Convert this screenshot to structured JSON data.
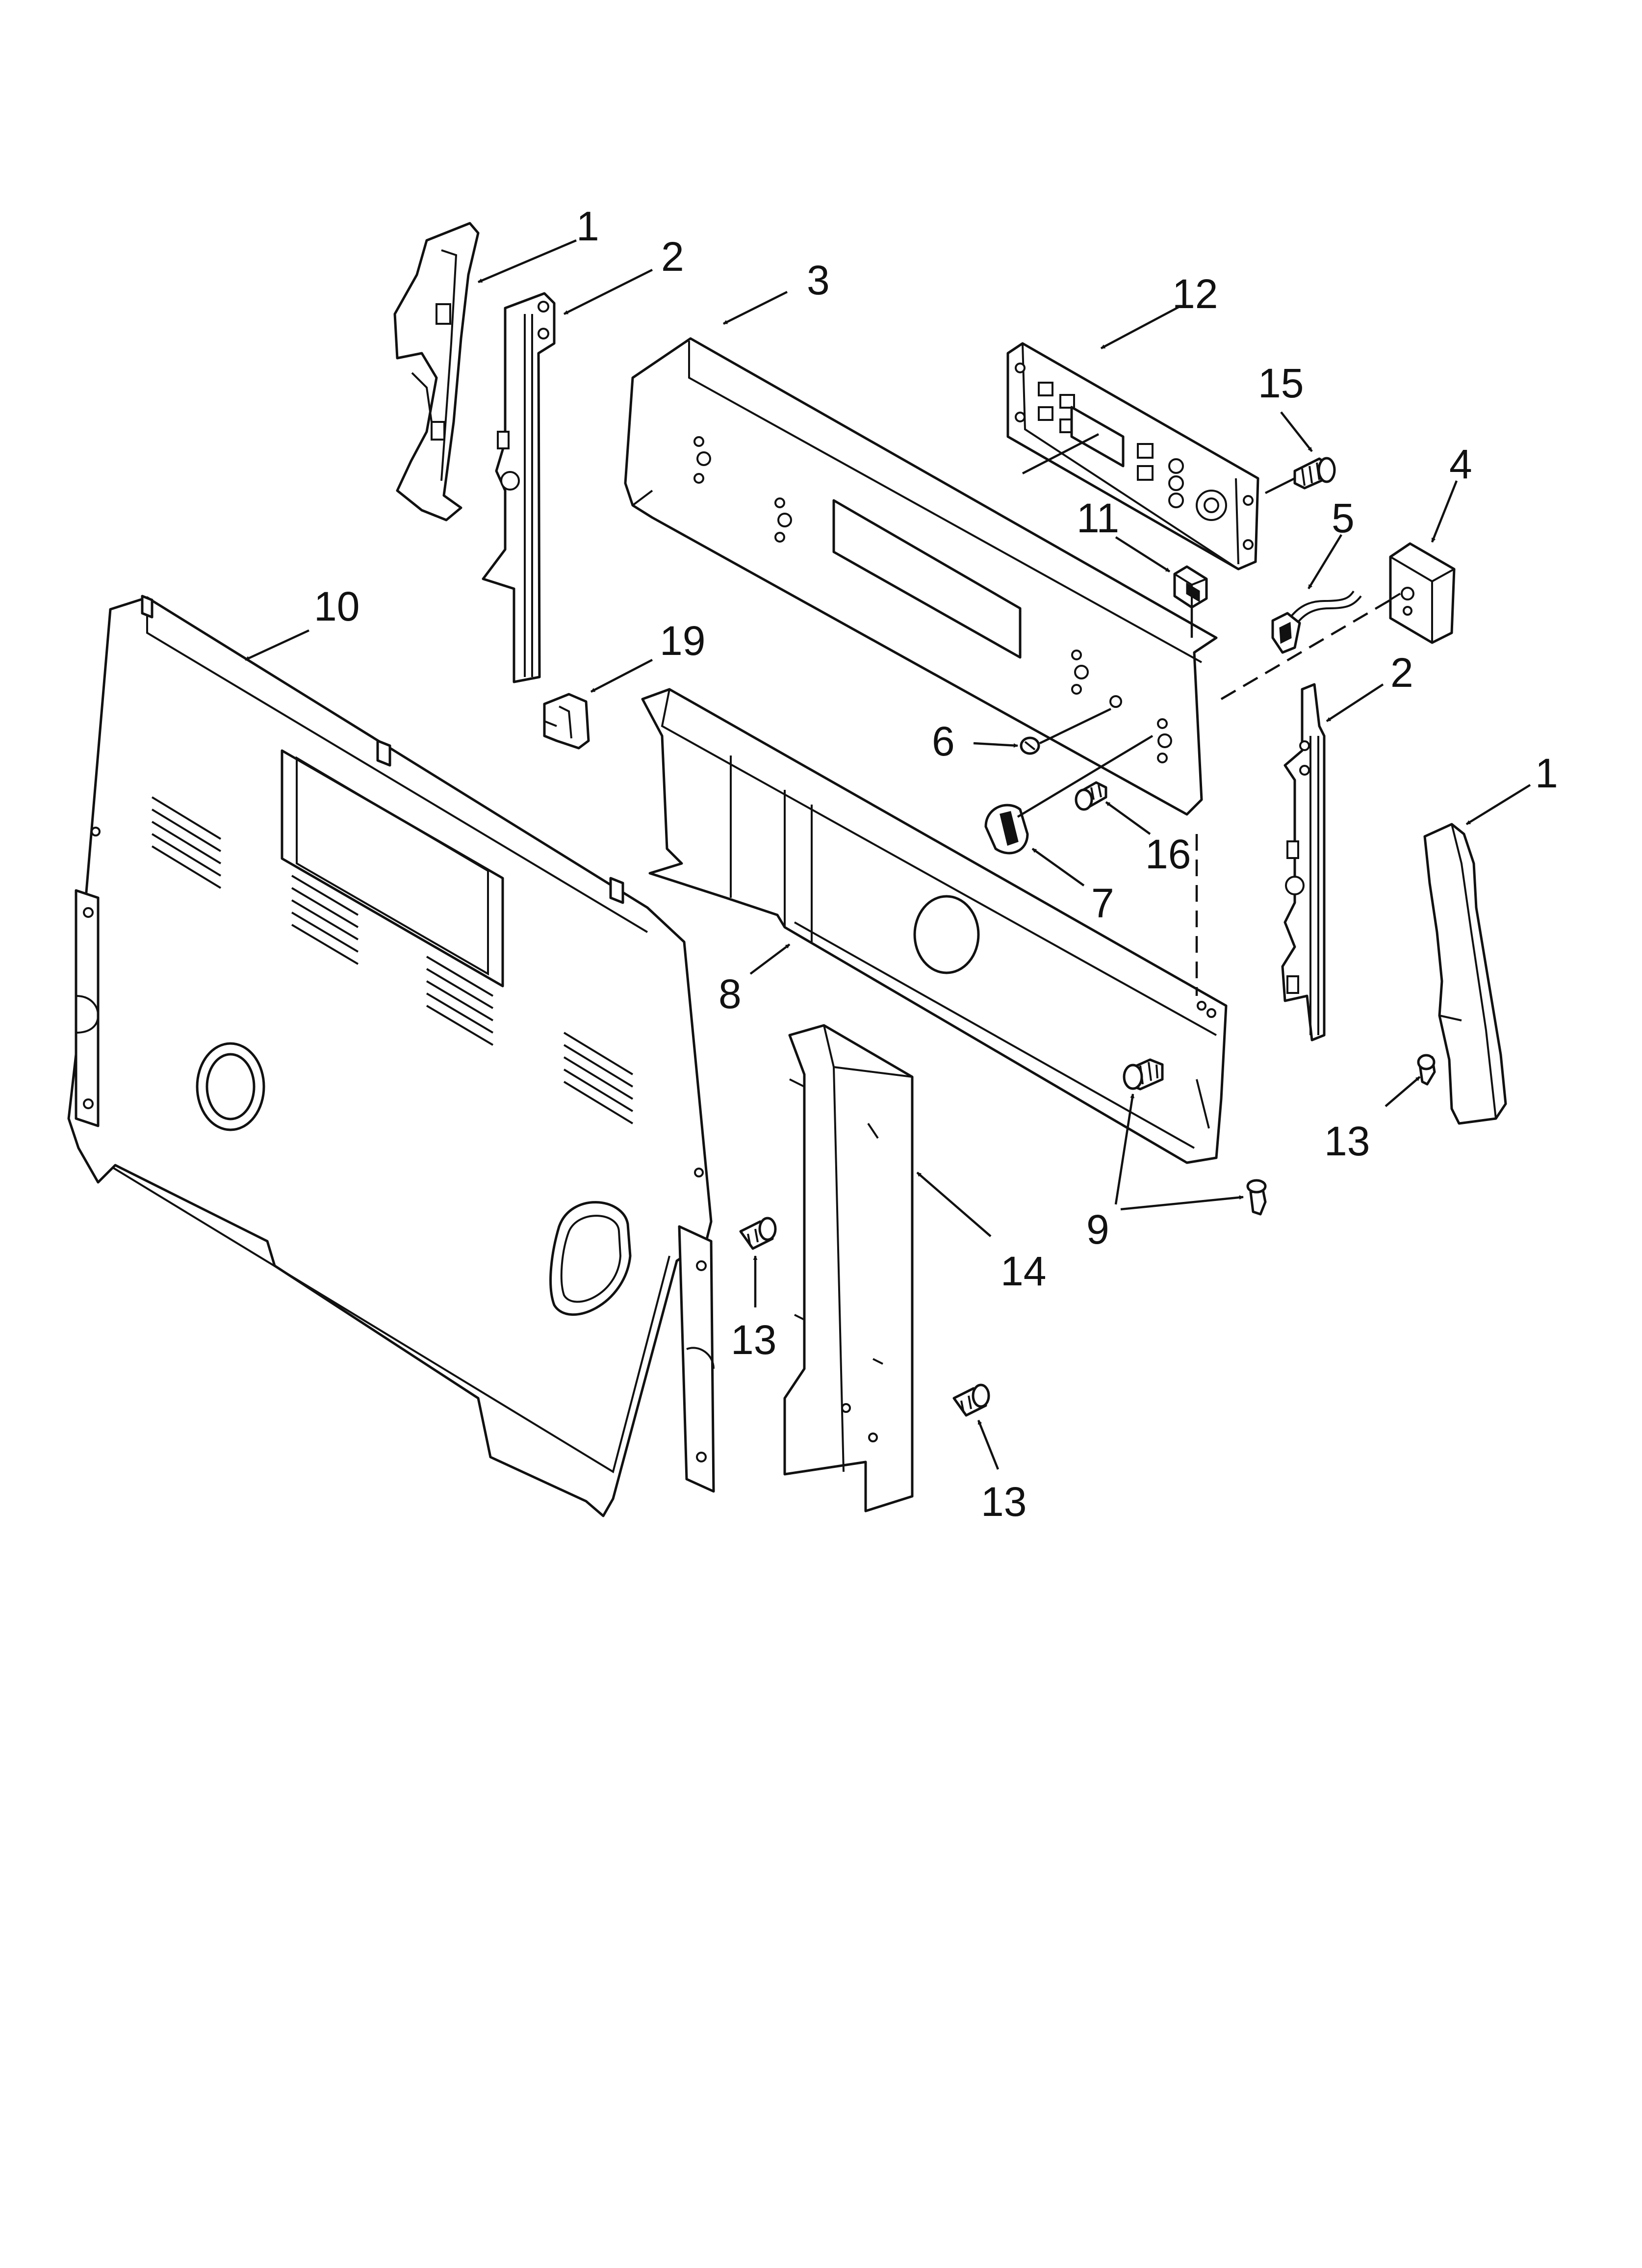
{
  "callouts": [
    {
      "id": "c1a",
      "text": "1"
    },
    {
      "id": "c2a",
      "text": "2"
    },
    {
      "id": "c3",
      "text": "3"
    },
    {
      "id": "c12",
      "text": "12"
    },
    {
      "id": "c15",
      "text": "15"
    },
    {
      "id": "c4",
      "text": "4"
    },
    {
      "id": "c5",
      "text": "5"
    },
    {
      "id": "c11",
      "text": "11"
    },
    {
      "id": "c10",
      "text": "10"
    },
    {
      "id": "c19",
      "text": "19"
    },
    {
      "id": "c2b",
      "text": "2"
    },
    {
      "id": "c1b",
      "text": "1"
    },
    {
      "id": "c6",
      "text": "6"
    },
    {
      "id": "c16",
      "text": "16"
    },
    {
      "id": "c7",
      "text": "7"
    },
    {
      "id": "c8",
      "text": "8"
    },
    {
      "id": "c13a",
      "text": "13"
    },
    {
      "id": "c9",
      "text": "9"
    },
    {
      "id": "c14",
      "text": "14"
    },
    {
      "id": "c13b",
      "text": "13"
    },
    {
      "id": "c13c",
      "text": "13"
    }
  ]
}
